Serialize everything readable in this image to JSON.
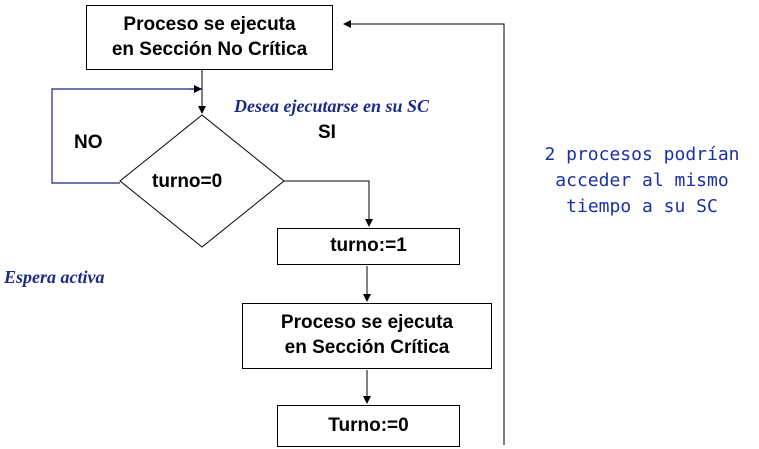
{
  "boxes": {
    "no_critica": [
      "Proceso se ejecuta",
      "en Sección No Crítica"
    ],
    "turno_1": "turno:=1",
    "critica": [
      "Proceso se ejecuta",
      "en Sección Crítica"
    ],
    "turno_0": "Turno:=0"
  },
  "decision": {
    "condition": "turno=0",
    "no_label": "NO",
    "si_label": "SI"
  },
  "annotations": {
    "desea": "Desea ejecutarse en su SC",
    "espera_activa": "Espera activa",
    "note_lines": [
      "2 procesos podrían",
      "acceder al mismo",
      "tiempo a su SC"
    ]
  },
  "colors": {
    "annotation_blue": "#1c2a8c",
    "note_blue": "#1a2fa8",
    "loop_line_blue": "#1a237e"
  }
}
